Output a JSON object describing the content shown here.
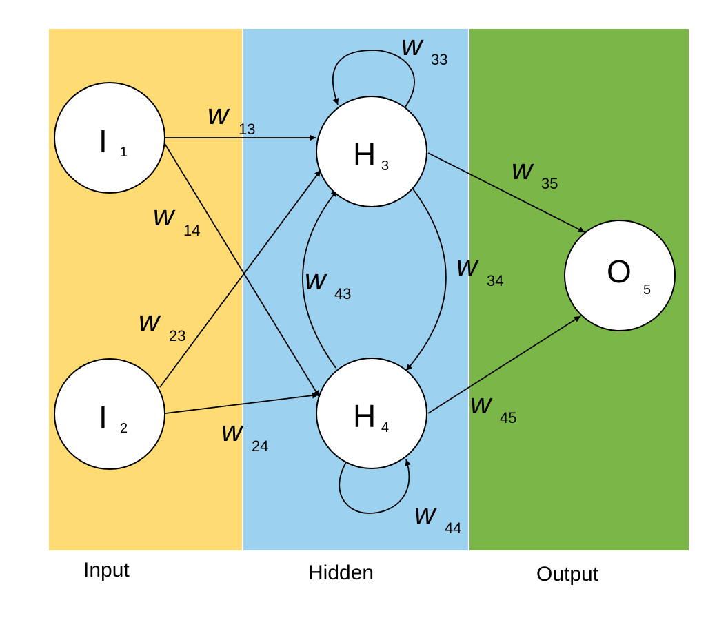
{
  "colors": {
    "input_region": "#FFDC73",
    "hidden_region": "#9DD1F0",
    "output_region": "#7AB648",
    "node_fill": "#FFFFFF",
    "stroke": "#000000",
    "divider": "#FFFFFF"
  },
  "regions": [
    {
      "id": "input",
      "label": "Input"
    },
    {
      "id": "hidden",
      "label": "Hidden"
    },
    {
      "id": "output",
      "label": "Output"
    }
  ],
  "nodes": [
    {
      "id": "I1",
      "letter": "I",
      "index": "1",
      "layer": "input"
    },
    {
      "id": "I2",
      "letter": "I",
      "index": "2",
      "layer": "input"
    },
    {
      "id": "H3",
      "letter": "H",
      "index": "3",
      "layer": "hidden"
    },
    {
      "id": "H4",
      "letter": "H",
      "index": "4",
      "layer": "hidden"
    },
    {
      "id": "O5",
      "letter": "O",
      "index": "5",
      "layer": "output"
    }
  ],
  "edges": [
    {
      "id": "w13",
      "from": "I1",
      "to": "H3",
      "weight": "w",
      "sub": "13"
    },
    {
      "id": "w14",
      "from": "I1",
      "to": "H4",
      "weight": "w",
      "sub": "14"
    },
    {
      "id": "w23",
      "from": "I2",
      "to": "H3",
      "weight": "w",
      "sub": "23"
    },
    {
      "id": "w24",
      "from": "I2",
      "to": "H4",
      "weight": "w",
      "sub": "24"
    },
    {
      "id": "w33",
      "from": "H3",
      "to": "H3",
      "weight": "w",
      "sub": "33"
    },
    {
      "id": "w34",
      "from": "H3",
      "to": "H4",
      "weight": "w",
      "sub": "34"
    },
    {
      "id": "w43",
      "from": "H4",
      "to": "H3",
      "weight": "w",
      "sub": "43"
    },
    {
      "id": "w44",
      "from": "H4",
      "to": "H4",
      "weight": "w",
      "sub": "44"
    },
    {
      "id": "w35",
      "from": "H3",
      "to": "O5",
      "weight": "w",
      "sub": "35"
    },
    {
      "id": "w45",
      "from": "H4",
      "to": "O5",
      "weight": "w",
      "sub": "45"
    }
  ]
}
